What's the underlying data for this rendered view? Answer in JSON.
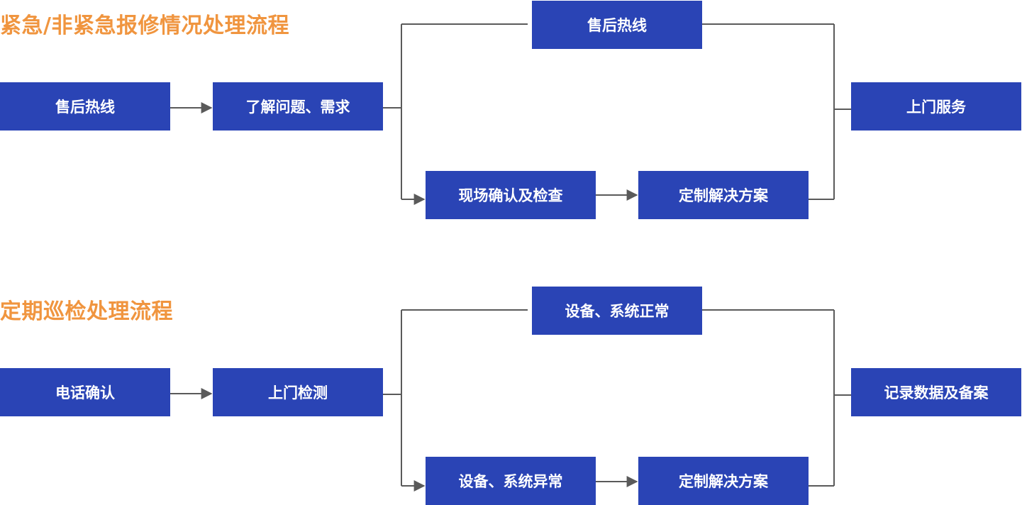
{
  "flow_emergency": {
    "title": "紧急/非紧急报修情况处理流程",
    "steps": {
      "hotline": "售后热线",
      "understand": "了解问题、需求",
      "branch_hotline": "售后热线",
      "onsite_check": "现场确认及检查",
      "plan": "定制解决方案",
      "service": "上门服务"
    }
  },
  "flow_inspection": {
    "title": "定期巡检处理流程",
    "steps": {
      "phone": "电话确认",
      "onsite_detect": "上门检测",
      "normal": "设备、系统正常",
      "abnormal": "设备、系统异常",
      "plan": "定制解决方案",
      "record": "记录数据及备案"
    }
  },
  "colors": {
    "box_fill": "#2a44b5",
    "box_text": "#ffffff",
    "title": "#f0953f",
    "connector": "#5a5a5a"
  }
}
